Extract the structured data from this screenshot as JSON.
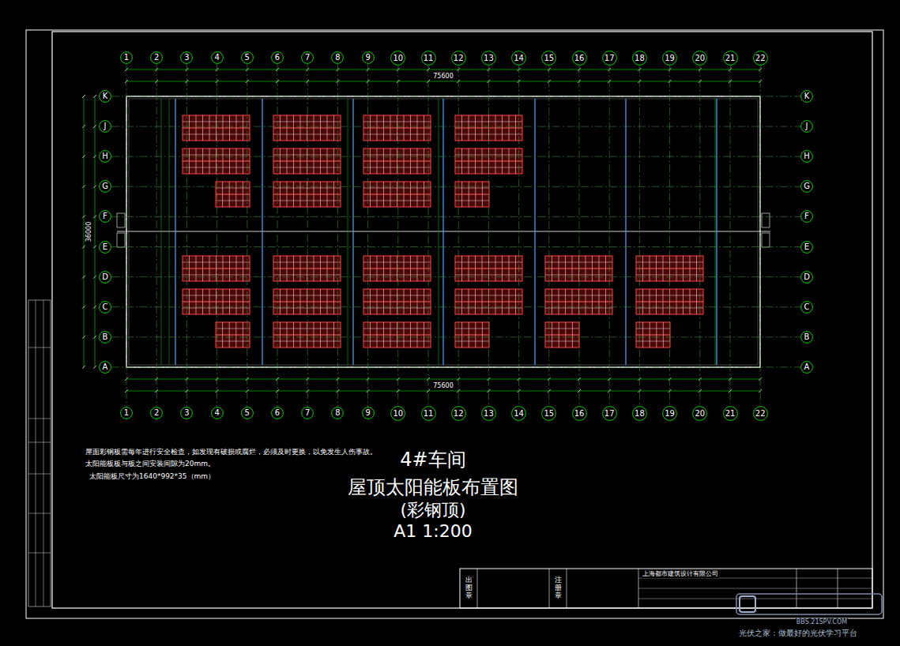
{
  "diagram": {
    "title": "4#车间",
    "nodes": [
      {
        "text": [
          "1"
        ]
      },
      {
        "text": [
          "2"
        ]
      },
      {
        "text": [
          "3"
        ]
      },
      {
        "text": [
          "4"
        ]
      },
      {
        "text": [
          "5"
        ]
      },
      {
        "text": [
          "6"
        ]
      },
      {
        "text": [
          "7"
        ]
      },
      {
        "text": [
          "8"
        ]
      },
      {
        "text": [
          "9"
        ]
      },
      {
        "text": [
          "10"
        ]
      },
      {
        "text": [
          "11"
        ]
      },
      {
        "text": [
          "12"
        ]
      },
      {
        "text": [
          "13"
        ]
      },
      {
        "text": [
          "14"
        ]
      },
      {
        "text": [
          "15"
        ]
      },
      {
        "text": [
          "16"
        ]
      },
      {
        "text": [
          "17"
        ]
      },
      {
        "text": [
          "18"
        ]
      },
      {
        "text": [
          "19"
        ]
      },
      {
        "text": [
          "20"
        ]
      },
      {
        "text": [
          "21"
        ]
      },
      {
        "text": [
          "22"
        ]
      },
      {
        "text": [
          "K"
        ]
      },
      {
        "text": [
          "J"
        ]
      },
      {
        "text": [
          "H"
        ]
      },
      {
        "text": [
          "G"
        ]
      },
      {
        "text": [
          "F"
        ]
      },
      {
        "text": [
          "E"
        ]
      },
      {
        "text": [
          "D"
        ]
      },
      {
        "text": [
          "C"
        ]
      },
      {
        "text": [
          "B"
        ]
      },
      {
        "text": [
          "A"
        ]
      },
      {
        "text": [
          "K"
        ]
      },
      {
        "text": [
          "J"
        ]
      },
      {
        "text": [
          "H"
        ]
      },
      {
        "text": [
          "G"
        ]
      },
      {
        "text": [
          "F"
        ]
      },
      {
        "text": [
          "E"
        ]
      },
      {
        "text": [
          "D"
        ]
      },
      {
        "text": [
          "C"
        ]
      },
      {
        "text": [
          "B"
        ]
      },
      {
        "text": [
          "A"
        ]
      },
      {
        "text": [
          "1"
        ]
      },
      {
        "text": [
          "2"
        ]
      },
      {
        "text": [
          "3"
        ]
      },
      {
        "text": [
          "4"
        ]
      },
      {
        "text": [
          "5"
        ]
      },
      {
        "text": [
          "6"
        ]
      },
      {
        "text": [
          "7"
        ]
      },
      {
        "text": [
          "8"
        ]
      },
      {
        "text": [
          "9"
        ]
      },
      {
        "text": [
          "10"
        ]
      },
      {
        "text": [
          "11"
        ]
      },
      {
        "text": [
          "12"
        ]
      },
      {
        "text": [
          "13"
        ]
      },
      {
        "text": [
          "14"
        ]
      },
      {
        "text": [
          "15"
        ]
      },
      {
        "text": [
          "16"
        ]
      },
      {
        "text": [
          "17"
        ]
      },
      {
        "text": [
          "18"
        ]
      },
      {
        "text": [
          "19"
        ]
      },
      {
        "text": [
          "20"
        ]
      },
      {
        "text": [
          "21"
        ]
      },
      {
        "text": [
          "22"
        ]
      }
    ],
    "edges": [
      {
        "from": 0,
        "to": 42,
        "arrow": "none"
      },
      {
        "from": 1,
        "to": 43,
        "arrow": "none"
      },
      {
        "from": 2,
        "to": 44,
        "arrow": "none"
      },
      {
        "from": 3,
        "to": 45,
        "arrow": "none"
      },
      {
        "from": 4,
        "to": 46,
        "arrow": "none"
      },
      {
        "from": 5,
        "to": 47,
        "arrow": "none"
      },
      {
        "from": 6,
        "to": 48,
        "arrow": "none"
      },
      {
        "from": 7,
        "to": 49,
        "arrow": "none"
      },
      {
        "from": 8,
        "to": 50,
        "arrow": "none"
      },
      {
        "from": 9,
        "to": 51,
        "arrow": "none"
      },
      {
        "from": 10,
        "to": 52,
        "arrow": "none"
      },
      {
        "from": 11,
        "to": 53,
        "arrow": "none"
      },
      {
        "from": 12,
        "to": 54,
        "arrow": "none"
      },
      {
        "from": 13,
        "to": 55,
        "arrow": "none"
      },
      {
        "from": 14,
        "to": 56,
        "arrow": "none"
      },
      {
        "from": 15,
        "to": 57,
        "arrow": "none"
      },
      {
        "from": 16,
        "to": 58,
        "arrow": "none"
      },
      {
        "from": 17,
        "to": 59,
        "arrow": "none"
      },
      {
        "from": 18,
        "to": 60,
        "arrow": "none"
      },
      {
        "from": 19,
        "to": 61,
        "arrow": "none"
      },
      {
        "from": 20,
        "to": 62,
        "arrow": "none"
      },
      {
        "from": 21,
        "to": 63,
        "arrow": "none"
      },
      {
        "from": 22,
        "to": 32,
        "arrow": "none"
      },
      {
        "from": 23,
        "to": 33,
        "arrow": "none"
      },
      {
        "from": 24,
        "to": 34,
        "arrow": "none"
      },
      {
        "from": 25,
        "to": 35,
        "arrow": "none"
      },
      {
        "from": 26,
        "to": 36,
        "arrow": "none"
      },
      {
        "from": 27,
        "to": 37,
        "arrow": "none"
      },
      {
        "from": 28,
        "to": 38,
        "arrow": "none"
      },
      {
        "from": 29,
        "to": 39,
        "arrow": "none"
      },
      {
        "from": 30,
        "to": 40,
        "arrow": "none"
      },
      {
        "from": 31,
        "to": 41,
        "arrow": "none"
      }
    ],
    "labels": [
      "屋顶太阳能板布置图",
      "(彩钢顶)",
      "A1 1:200",
      "屋面彩钢板需每年进行安全检查，如发现有破损或腐烂，必须及时更换，以免发生人伤事故。",
      "太阳能板板与板之间安装间隙为20mm。",
      "太阳能板尺寸为1640*992*35（mm）",
      "出图章",
      "注册章",
      "上海都市建筑设计有限公司",
      "75600",
      "75600",
      "36000",
      "BBS.21SPV.COM",
      "光伏之家：做最好的光伏学习平台"
    ]
  }
}
